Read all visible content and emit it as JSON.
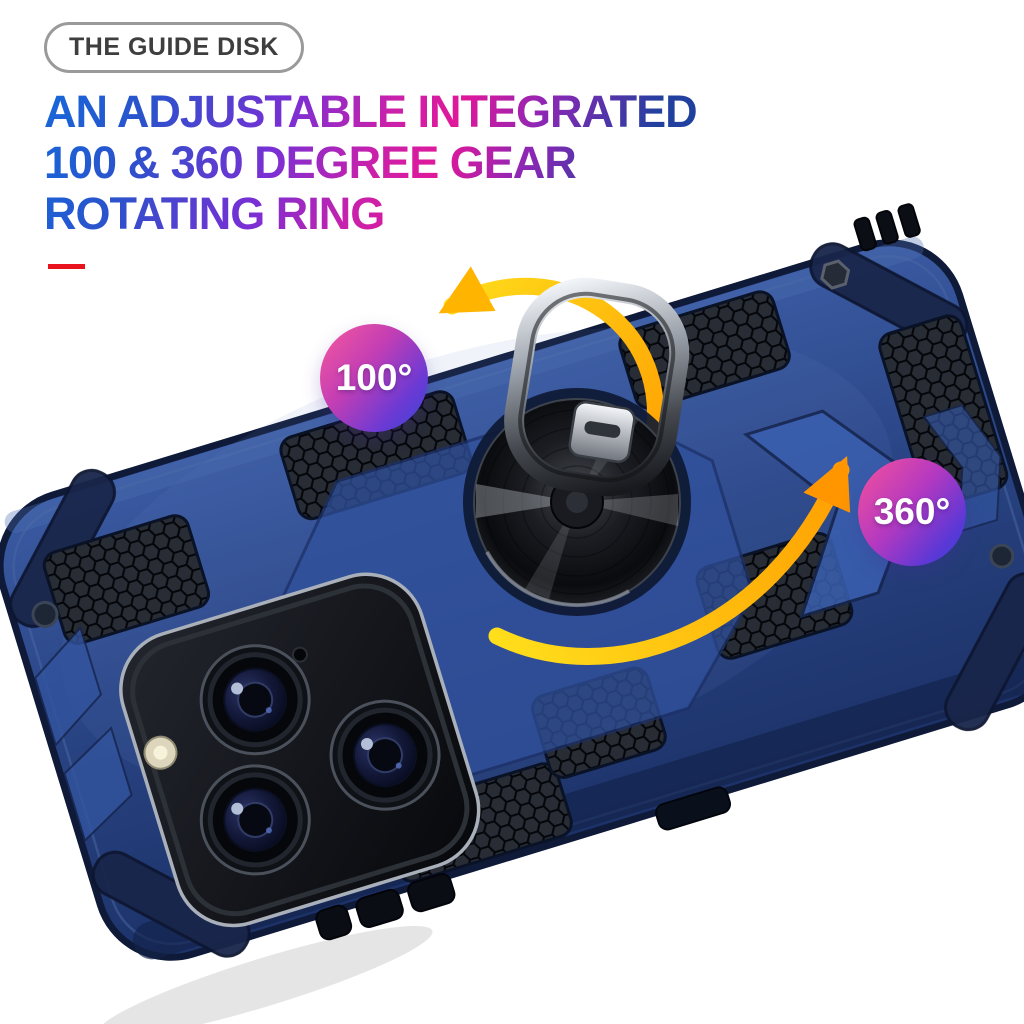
{
  "badge": {
    "label": "THE GUIDE DISK"
  },
  "headline": {
    "lines": [
      "AN ADJUSTABLE INTEGRATED",
      "100 & 360 DEGREE GEAR",
      "ROTATING RING"
    ]
  },
  "callouts": {
    "deg100": "100°",
    "deg360": "360°"
  },
  "colors": {
    "headline_gradient_start": "#1668d9",
    "headline_gradient_mid": "#e0189a",
    "headline_gradient_end": "#1c3f9e",
    "underline_red": "#e8131d",
    "pill_border": "#9a9a9a",
    "case_navy": "#2a4585",
    "arrow_yellow": "#ffd800",
    "arrow_orange": "#ff9b00",
    "callout_gradient_pink": "#f2569f",
    "callout_gradient_blue": "#3946d6",
    "ring_metal": "#9ba1aa"
  }
}
